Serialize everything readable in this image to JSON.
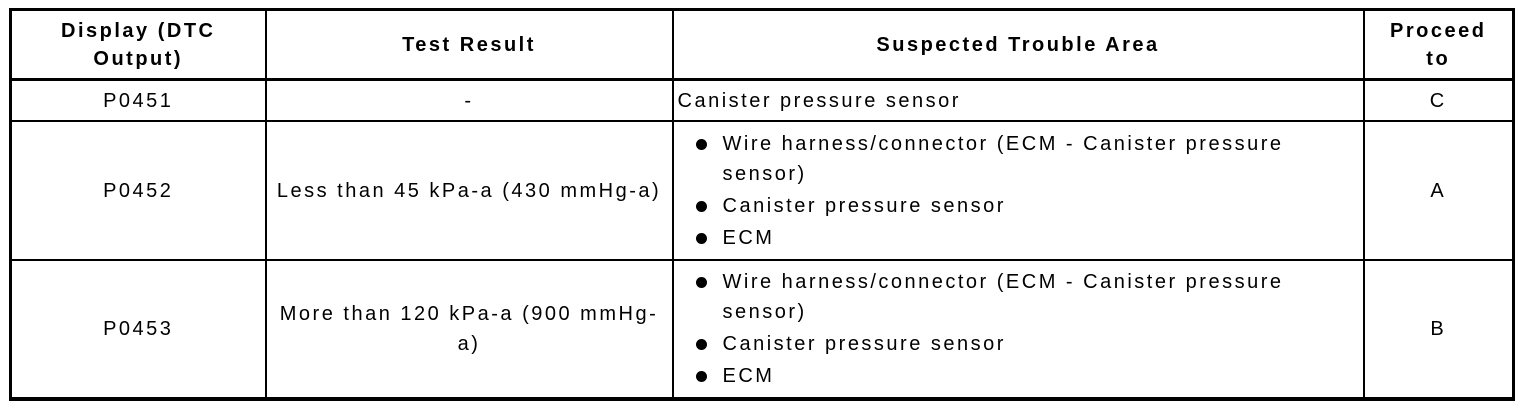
{
  "colors": {
    "border": "#000000",
    "text": "#000000",
    "background": "#ffffff"
  },
  "table": {
    "columns": [
      {
        "label": "Display (DTC Output)"
      },
      {
        "label": "Test Result"
      },
      {
        "label": "Suspected Trouble Area"
      },
      {
        "label": "Proceed to"
      }
    ],
    "rows": [
      {
        "dtc": "P0451",
        "test_result": "-",
        "trouble_areas": [
          "Canister pressure sensor"
        ],
        "proceed_to": "C"
      },
      {
        "dtc": "P0452",
        "test_result": "Less than 45 kPa-a (430 mmHg-a)",
        "trouble_areas": [
          "Wire harness/connector (ECM - Canister pressure sensor)",
          "Canister pressure sensor",
          "ECM"
        ],
        "proceed_to": "A"
      },
      {
        "dtc": "P0453",
        "test_result": "More than 120 kPa-a (900 mmHg-a)",
        "trouble_areas": [
          "Wire harness/connector (ECM - Canister pressure sensor)",
          "Canister pressure sensor",
          "ECM"
        ],
        "proceed_to": "B"
      }
    ]
  }
}
